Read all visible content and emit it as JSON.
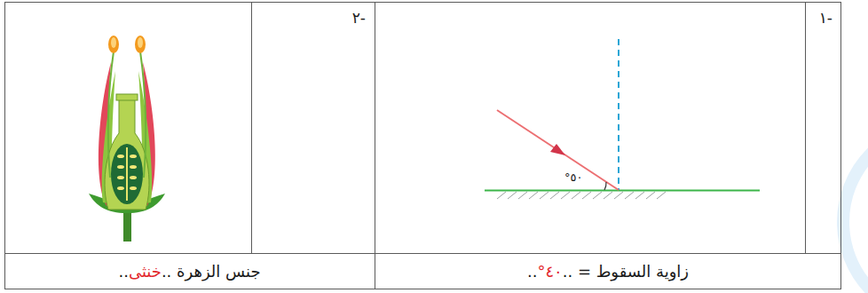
{
  "diagram": {
    "labels": [
      "-١",
      "٥٠°",
      "-٢",
      "زاوية السقوط = ..",
      "٤٠°",
      "..",
      "جنس الزهرة ..",
      "خنثى",
      ".."
    ]
  }
}
